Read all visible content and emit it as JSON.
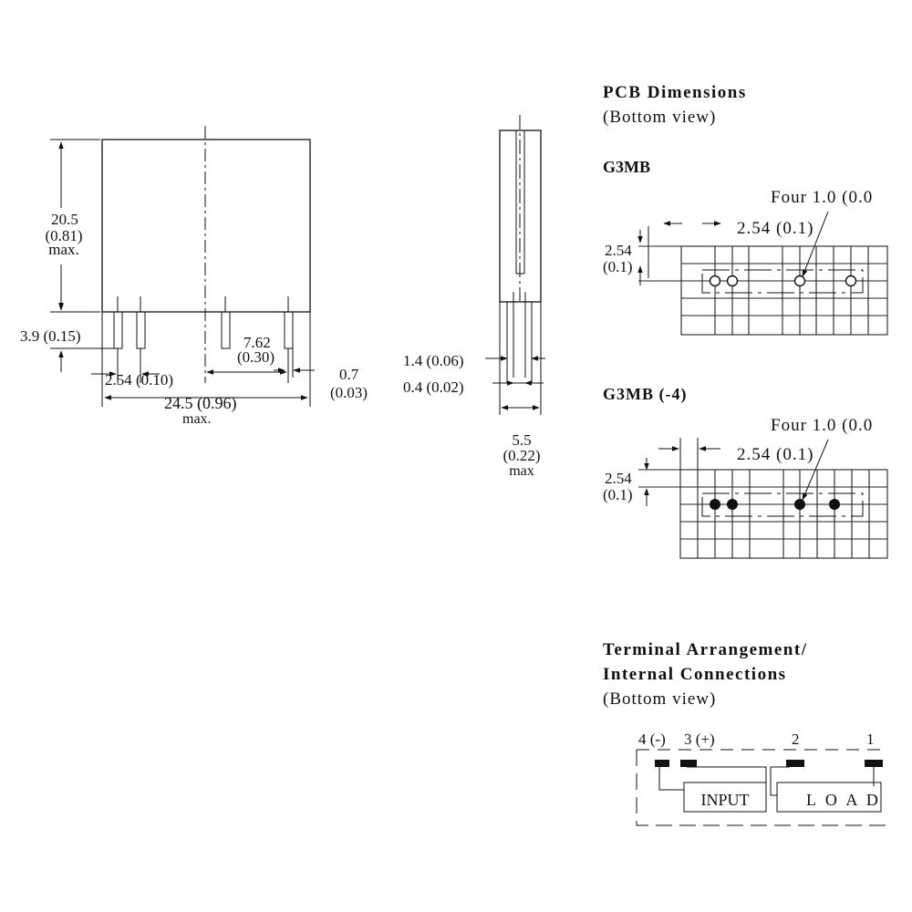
{
  "front_view": {
    "height_value": "20.5",
    "height_inch": "(0.81)",
    "height_max": "max.",
    "pin_length": "3.9 (0.15)",
    "pin_pitch_a": "2.54 (0.10)",
    "pin_pitch_b": "7.62",
    "pin_pitch_b_inch": "(0.30)",
    "pin_width": "0.7",
    "pin_width_inch": "(0.03)",
    "width": "24.5 (0.96)",
    "width_max": "max."
  },
  "side_view": {
    "lead_a": "1.4 (0.06)",
    "lead_b": "0.4 (0.02)",
    "depth_value": "5.5",
    "depth_inch": "(0.22)",
    "depth_max": "max"
  },
  "pcb": {
    "title": "PCB Dimensions",
    "subtitle": "(Bottom view)",
    "g3mb": {
      "label": "G3MB",
      "holes": "Four 1.0 (0.0",
      "pitch_h": "2.54 (0.1)",
      "pitch_v": "2.54",
      "pitch_v_inch": "(0.1)"
    },
    "g3mb4": {
      "label": "G3MB (-4)",
      "holes": "Four 1.0 (0.0",
      "pitch_h": "2.54 (0.1)",
      "pitch_v": "2.54",
      "pitch_v_inch": "(0.1)"
    }
  },
  "terminal": {
    "title_line1": "Terminal Arrangement/",
    "title_line2": "Internal Connections",
    "subtitle": "(Bottom view)",
    "pin_labels": [
      "4 (-)",
      "3 (+)",
      "2",
      "1"
    ],
    "input_label": "INPUT",
    "load_label": "L O A D"
  }
}
